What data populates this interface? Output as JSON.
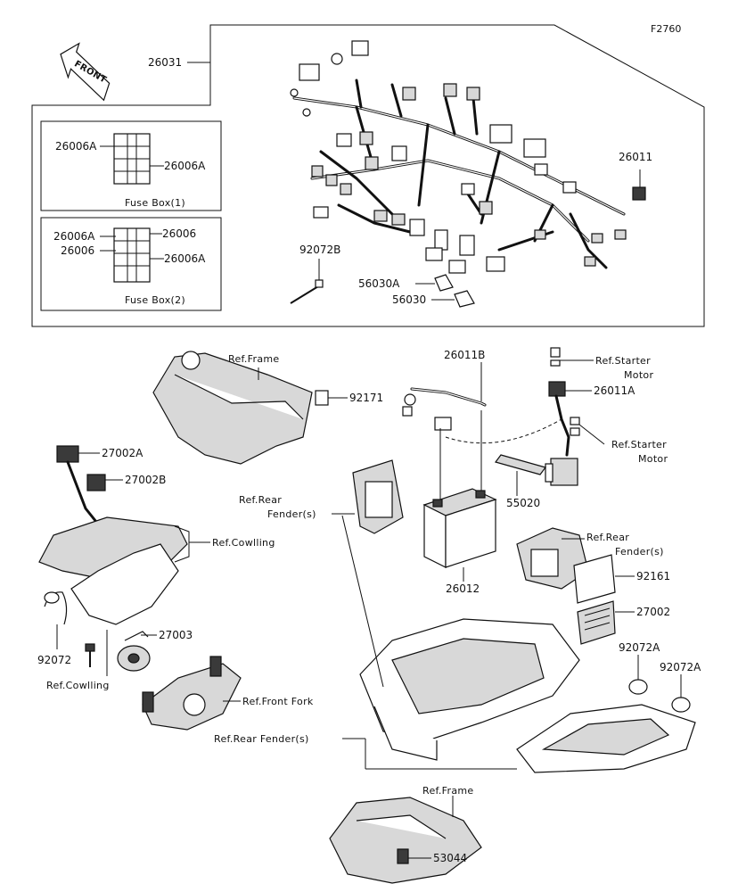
{
  "figure_id": "F2760",
  "front_label": "FRONT",
  "labels": {
    "p26031": "26031",
    "p26006A_1a": "26006A",
    "p26006A_1b": "26006A",
    "fuse_box_1": "Fuse Box(1)",
    "p26006A_2a": "26006A",
    "p26006_2a": "26006",
    "p26006_2b": "26006",
    "p26006A_2b": "26006A",
    "fuse_box_2": "Fuse Box(2)",
    "p26011": "26011",
    "p92072B": "92072B",
    "p56030A": "56030A",
    "p56030": "56030",
    "ref_frame_top": "Ref.Frame",
    "p92171": "92171",
    "p26011B": "26011B",
    "ref_starter_motor_1a": "Ref.Starter",
    "ref_starter_motor_1b": "Motor",
    "p26011A": "26011A",
    "ref_starter_motor_2a": "Ref.Starter",
    "ref_starter_motor_2b": "Motor",
    "p27002A": "27002A",
    "p27002B": "27002B",
    "ref_rear_fender_1a": "Ref.Rear",
    "ref_rear_fender_1b": "Fender(s)",
    "p55020": "55020",
    "ref_cowlling_1": "Ref.Cowlling",
    "ref_rear_fender_2a": "Ref.Rear",
    "ref_rear_fender_2b": "Fender(s)",
    "p26012": "26012",
    "p92161": "92161",
    "p27002": "27002",
    "p27003": "27003",
    "p92072": "92072",
    "p92072A_1": "92072A",
    "p92072A_2": "92072A",
    "ref_cowlling_2": "Ref.Cowlling",
    "ref_front_fork": "Ref.Front Fork",
    "ref_rear_fender_3": "Ref.Rear Fender(s)",
    "ref_frame_bottom": "Ref.Frame",
    "p53044": "53044"
  }
}
